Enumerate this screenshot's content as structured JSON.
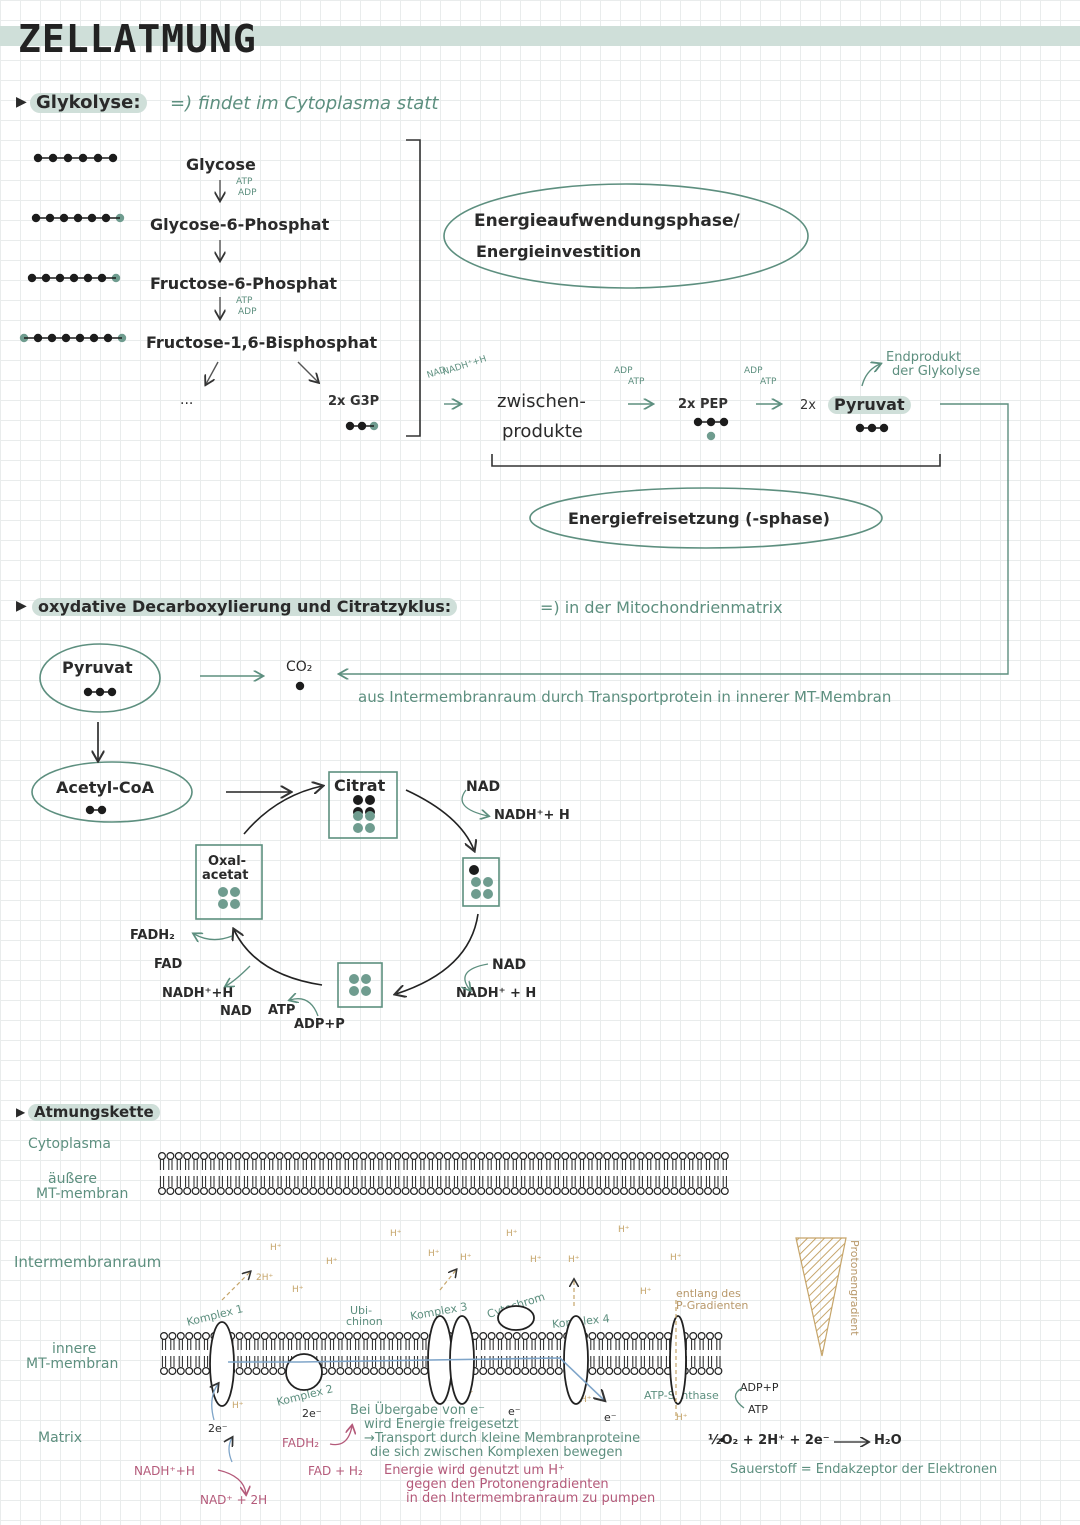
{
  "title": "ZELLATMUNG",
  "colors": {
    "accent_green": "#5d8f7f",
    "highlight": "#cfdfd9",
    "pink": "#b45a7a",
    "ink": "#2a2a2a"
  },
  "glycolysis": {
    "heading": "Glykolyse:",
    "location": "=) findet im Cytoplasma statt",
    "steps": [
      "Glycose",
      "Glycose-6-Phosphat",
      "Fructose-6-Phosphat",
      "Fructose-1,6-Bisphosphat"
    ],
    "atp": "ATP",
    "adp": "ADP",
    "dots": "...",
    "g3p": "2x G3P",
    "phase_invest": [
      "Energieaufwendungsphase/",
      "Energieinvestition"
    ],
    "nad_label": "NAD",
    "nadh_label": "NADH⁺+H",
    "intermediates": [
      "zwischen-",
      "produkte"
    ],
    "pep": "2x PEP",
    "pyruvate_count": "2x",
    "pyruvate": "Pyruvat",
    "endproduct": [
      "Endprodukt",
      "der Glykolyse"
    ],
    "phase_release": "Energiefreisetzung (-sphase)"
  },
  "citric": {
    "heading": "oxydative Decarboxylierung und Citratzyklus:",
    "location": "=) in der Mitochondrienmatrix",
    "pyruvate": "Pyruvat",
    "co2": "CO₂",
    "transport": "aus Intermembranraum durch Transportprotein in innerer MT-Membran",
    "acetyl": "Acetyl-CoA",
    "citrate": "Citrat",
    "oxal": [
      "Oxal-",
      "acetat"
    ],
    "nad1": "NAD",
    "nadh1": "NADH⁺+ H",
    "nad2": "NAD",
    "nadh2": "NADH⁺ + H",
    "fadh2": "FADH₂",
    "fad": "FAD",
    "nadh3": "NADH⁺+H",
    "nad3": "NAD",
    "atp": "ATP",
    "adp": "ADP+P"
  },
  "chain": {
    "heading": "Atmungskette",
    "regions": {
      "cytoplasm": "Cytoplasma",
      "outer": [
        "äußere",
        "MT-membran"
      ],
      "inter": "Intermembranraum",
      "inner": [
        "innere",
        "MT-membran"
      ],
      "matrix": "Matrix"
    },
    "hplus": "H⁺",
    "twoh": "2H⁺",
    "complex1": "Komplex 1",
    "complex2": "Komplex 2",
    "complex3": "Komplex 3",
    "complex4": "Komplex 4",
    "ubichinon": [
      "Ubi-",
      "chinon"
    ],
    "cytochrom": "Cytochrom",
    "atp_synthase": "ATP-Synthase",
    "gradient_note": [
      "entlang des",
      "P-Gradienten"
    ],
    "proton_gradient": "Protonengradient",
    "adp_p": "ADP+P",
    "atp": "ATP",
    "e": "e⁻",
    "two_e": "2e⁻",
    "nadh": "NADH⁺+H",
    "nad_out": "NAD⁺ + 2H",
    "fadh2": "FADH₂",
    "fad": "FAD + H₂",
    "notes": [
      "Bei Übergabe von e⁻",
      "wird Energie freigesetzt",
      "→Transport durch kleine Membranproteine",
      "die sich zwischen Komplexen bewegen",
      "Energie wird genutzt um H⁺",
      "gegen den Protonengradienten",
      "in den Intermembranraum zu pumpen"
    ],
    "equation": "½O₂ + 2H⁺ + 2e⁻",
    "water": "H₂O",
    "oxygen_note": "Sauerstoff = Endakzeptor der Elektronen"
  }
}
